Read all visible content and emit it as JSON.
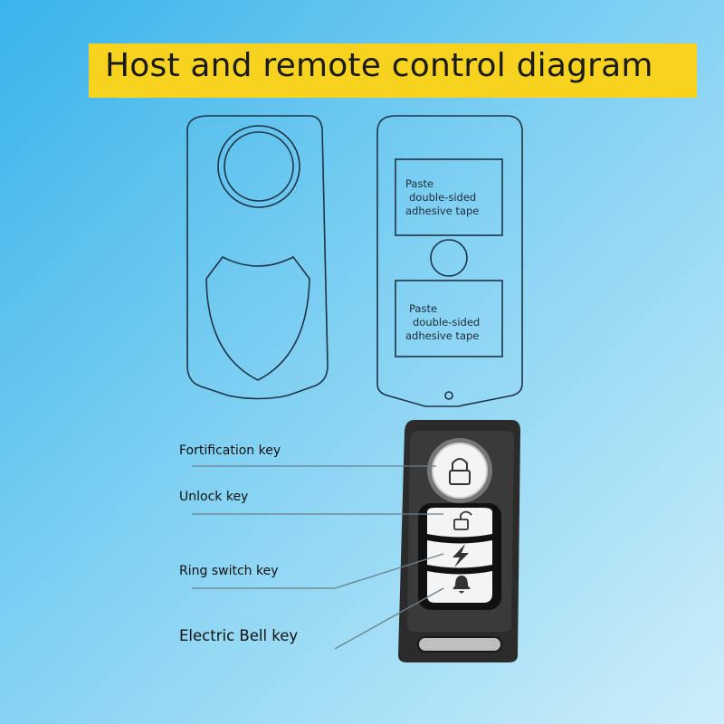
{
  "title": "Host and remote control diagram",
  "host_back": {
    "tape_top": [
      "Paste",
      "double-sided",
      "adhesive tape"
    ],
    "tape_bottom": [
      "Paste",
      "double-sided",
      "adhesive tape"
    ]
  },
  "remote_keys": [
    {
      "id": "fortification",
      "label": "Fortification key"
    },
    {
      "id": "unlock",
      "label": "Unlock key"
    },
    {
      "id": "ring-switch",
      "label": "Ring switch key"
    },
    {
      "id": "electric-bell",
      "label": "Electric Bell key"
    }
  ],
  "colors": {
    "banner": "#f7d21e",
    "outline": "#1f3346",
    "remote_body": "#2b2b2b"
  }
}
